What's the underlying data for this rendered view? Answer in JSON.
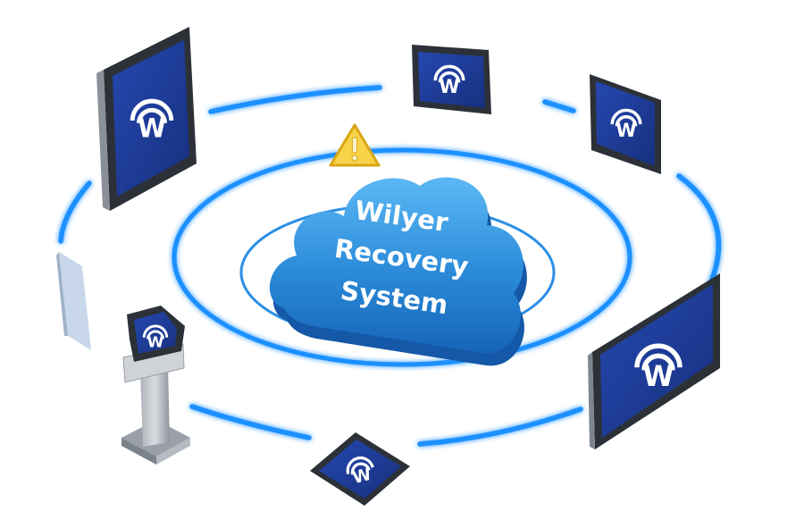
{
  "cloud": {
    "line1": "Wilyer",
    "line2": "Recovery",
    "line3": "System"
  },
  "icons": {
    "alert": "warning-triangle-icon",
    "brand": "wilyer-w-logo-icon"
  },
  "colors": {
    "ring": "#1e90ff",
    "cloud": "#2b8fdc",
    "screen": "#1f3a9a",
    "bezel": "#3a3f47",
    "warning": "#f5c518"
  }
}
